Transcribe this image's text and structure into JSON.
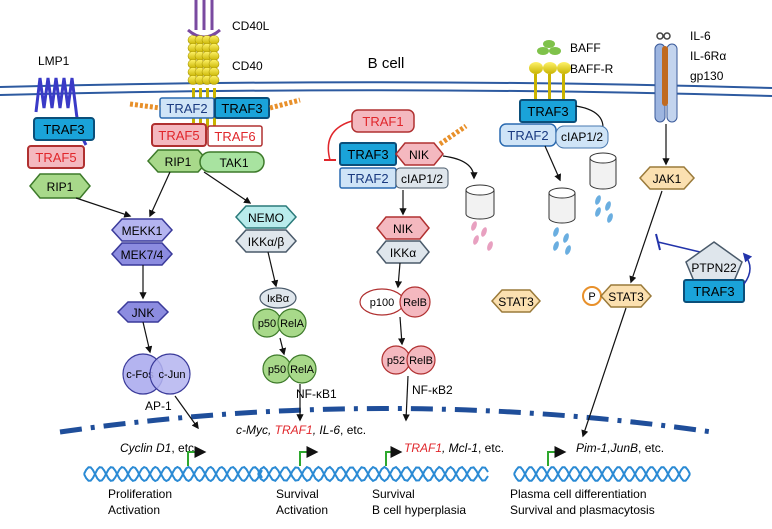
{
  "receptors": {
    "cd40l": "CD40L",
    "cd40": "CD40",
    "lmp1": "LMP1",
    "cell": "B cell",
    "baff": "BAFF",
    "baffr": "BAFF-R",
    "il6": "IL-6",
    "il6ra": "IL-6Rα",
    "gp130": "gp130"
  },
  "lmp1_path": {
    "traf3": "TRAF3",
    "traf5": "TRAF5",
    "rip1": "RIP1"
  },
  "cd40_path": {
    "traf2": "TRAF2",
    "traf3": "TRAF3",
    "traf5": "TRAF5",
    "traf6": "TRAF6",
    "rip1": "RIP1",
    "tak1": "TAK1",
    "mekk1": "MEKK1",
    "mek74": "MEK7/4",
    "jnk": "JNK",
    "cfos": "c-Fos",
    "cjun": "c-Jun",
    "ap1": "AP-1",
    "nemo": "NEMO",
    "ikkab": "IKKα/β",
    "ikba": "IκBα",
    "p50a": "p50",
    "rela_a": "RelA",
    "p50b": "p50",
    "rela_b": "RelA",
    "nfkb1": "NF-κB1"
  },
  "noncanonical": {
    "traf1": "TRAF1",
    "traf3": "TRAF3",
    "nik": "NIK",
    "traf2": "TRAF2",
    "ciap": "cIAP1/2",
    "nik2": "NIK",
    "ikka": "IKKα",
    "p100": "p100",
    "relb_a": "RelB",
    "p52": "p52",
    "relb_b": "RelB",
    "nfkb2": "NF-κB2"
  },
  "baff_path": {
    "traf3": "TRAF3",
    "traf2": "TRAF2",
    "ciap": "cIAP1/2"
  },
  "il6_path": {
    "jak1": "JAK1",
    "stat3_free": "STAT3",
    "p": "P",
    "stat3": "STAT3",
    "ptpn22": "PTPN22",
    "traf3": "TRAF3"
  },
  "genes": {
    "g1": "Cyclin D1",
    "g1_tail": ", etc.",
    "g2a": "c-Myc, ",
    "g2b": "TRAF1",
    "g2c": ", IL-6",
    "g2_tail": ", etc.",
    "g3a": "TRAF1",
    "g3b": ", Mcl-1",
    "g3_tail": ", etc.",
    "g4": "Pim-1,JunB",
    "g4_tail": ", etc."
  },
  "outcomes": {
    "o1a": "Proliferation",
    "o1b": "Activation",
    "o2a": "Survival",
    "o2b": "Activation",
    "o3a": "Survival",
    "o3b": "B cell hyperplasia",
    "o4a": "Plasma cell differentiation",
    "o4b": "Survival and plasmacytosis"
  },
  "colors": {
    "traf3_fill": "#1aa3d9",
    "traf2_fill": "#cfe4f7",
    "traf_red": "#e0262b",
    "pink_fill": "#f4b8bf",
    "green_fill": "#a8d98a",
    "purple_fill": "#8c8ce0",
    "gray_fill": "#dfe6ec",
    "dna": "#2a8ad4",
    "nucleus": "#1f4e9a",
    "membrane": "#2d5aa0"
  }
}
